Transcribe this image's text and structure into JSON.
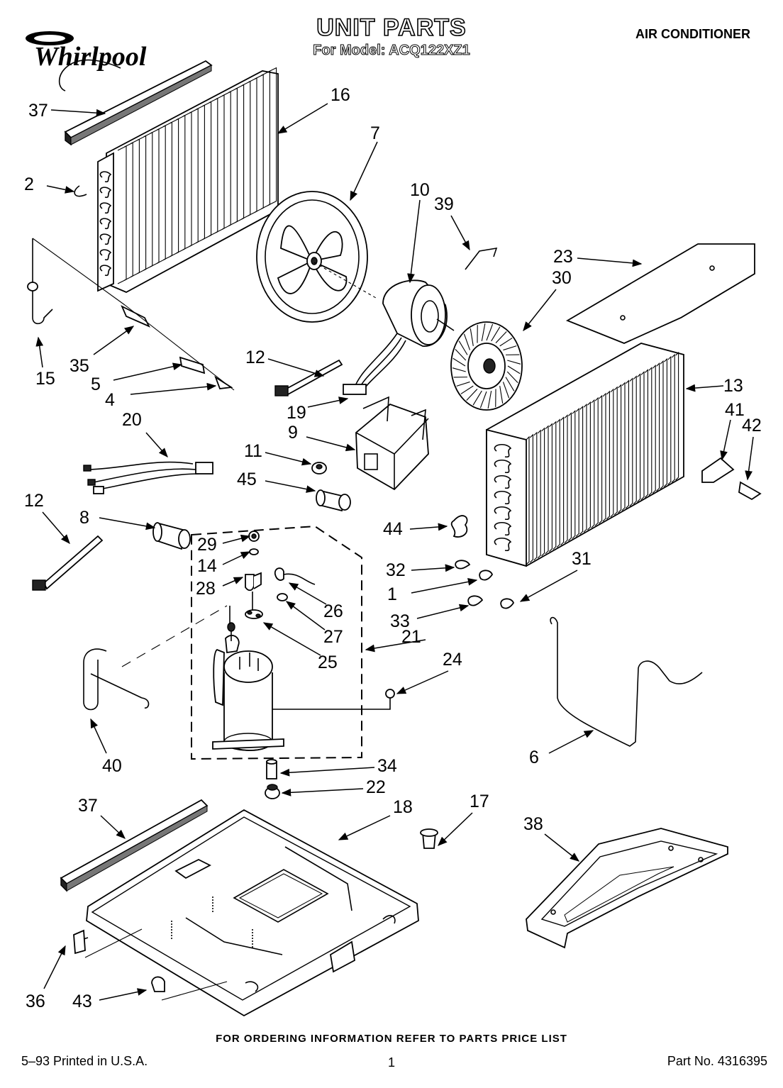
{
  "header": {
    "brand": "Whirlpool",
    "title": "UNIT PARTS",
    "model_line": "For Model: ACQ122XZ1",
    "category": "AIR CONDITIONER"
  },
  "footer": {
    "ordering_note": "FOR ORDERING INFORMATION REFER TO PARTS PRICE LIST",
    "printed": "5–93 Printed in U.S.A.",
    "page": "1",
    "part_number": "Part No. 4316395"
  },
  "callouts": [
    {
      "id": "c37a",
      "label": "37"
    },
    {
      "id": "c16",
      "label": "16"
    },
    {
      "id": "c2",
      "label": "2"
    },
    {
      "id": "c7",
      "label": "7"
    },
    {
      "id": "c10",
      "label": "10"
    },
    {
      "id": "c39",
      "label": "39"
    },
    {
      "id": "c23",
      "label": "23"
    },
    {
      "id": "c30",
      "label": "30"
    },
    {
      "id": "c15",
      "label": "15"
    },
    {
      "id": "c35",
      "label": "35"
    },
    {
      "id": "c5",
      "label": "5"
    },
    {
      "id": "c4",
      "label": "4"
    },
    {
      "id": "c12a",
      "label": "12"
    },
    {
      "id": "c19",
      "label": "19"
    },
    {
      "id": "c13",
      "label": "13"
    },
    {
      "id": "c41",
      "label": "41"
    },
    {
      "id": "c42",
      "label": "42"
    },
    {
      "id": "c20",
      "label": "20"
    },
    {
      "id": "c9",
      "label": "9"
    },
    {
      "id": "c11",
      "label": "11"
    },
    {
      "id": "c45",
      "label": "45"
    },
    {
      "id": "c12b",
      "label": "12"
    },
    {
      "id": "c8",
      "label": "8"
    },
    {
      "id": "c44",
      "label": "44"
    },
    {
      "id": "c29",
      "label": "29"
    },
    {
      "id": "c14",
      "label": "14"
    },
    {
      "id": "c31",
      "label": "31"
    },
    {
      "id": "c32",
      "label": "32"
    },
    {
      "id": "c28",
      "label": "28"
    },
    {
      "id": "c1",
      "label": "1"
    },
    {
      "id": "c26",
      "label": "26"
    },
    {
      "id": "c33",
      "label": "33"
    },
    {
      "id": "c27",
      "label": "27"
    },
    {
      "id": "c21",
      "label": "21"
    },
    {
      "id": "c25",
      "label": "25"
    },
    {
      "id": "c24",
      "label": "24"
    },
    {
      "id": "c40",
      "label": "40"
    },
    {
      "id": "c6",
      "label": "6"
    },
    {
      "id": "c34",
      "label": "34"
    },
    {
      "id": "c22",
      "label": "22"
    },
    {
      "id": "c37b",
      "label": "37"
    },
    {
      "id": "c18",
      "label": "18"
    },
    {
      "id": "c17",
      "label": "17"
    },
    {
      "id": "c38",
      "label": "38"
    },
    {
      "id": "c36",
      "label": "36"
    },
    {
      "id": "c43",
      "label": "43"
    }
  ]
}
